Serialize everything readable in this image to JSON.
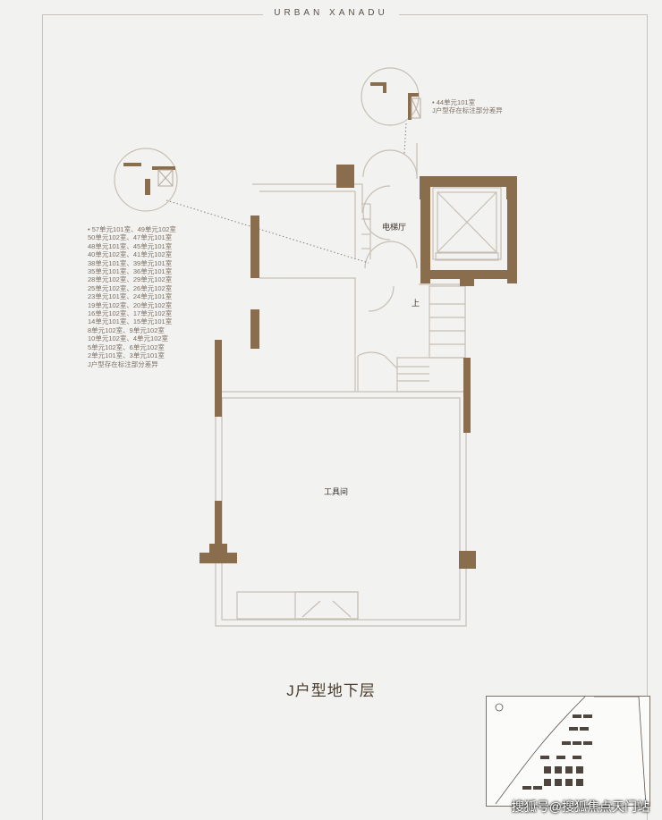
{
  "brand": "URBAN XANADU",
  "rooms": {
    "elevator_hall": "电梯厅",
    "stairs_up": "上",
    "tool_room": "工具间"
  },
  "note_top": [
    "44单元101室",
    "J户型存在标注部分差异"
  ],
  "note_left": [
    "57单元101室、49单元102室",
    "50单元102室、47单元101室",
    "48单元101室、45单元101室",
    "40单元102室、41单元102室",
    "38单元101室、39单元101室",
    "35单元101室、36单元101室",
    "28单元102室、29单元102室",
    "25单元102室、26单元102室",
    "23单元101室、24单元101室",
    "19单元102室、20单元102室",
    "16单元102室、17单元102室",
    "14单元101室、15单元101室",
    "8单元102室、9单元102室",
    "10单元102室、4单元102室",
    "5单元102室、6单元102室",
    "2单元101室、3单元101室",
    "J户型存在标注部分差异"
  ],
  "plan_title": "J户型地下层",
  "watermark": "搜狐号@搜狐焦点天门站",
  "colors": {
    "wall": "#8a6d4d",
    "line": "#c7bfb3",
    "background": "#f2f2f0"
  }
}
